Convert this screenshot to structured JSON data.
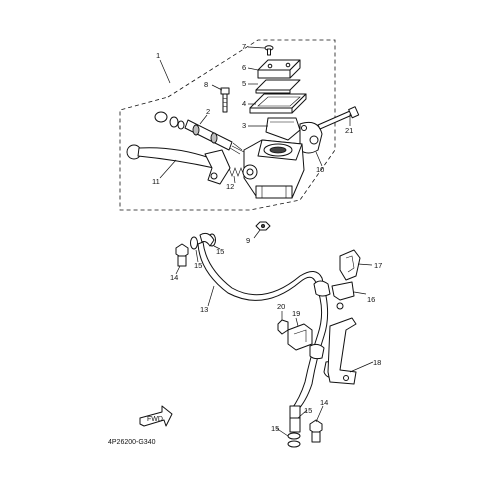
{
  "diagram": {
    "code": "4P26200-G340",
    "fwd_label": "FWD",
    "callouts": {
      "c1": "1",
      "c2": "2",
      "c3": "3",
      "c4": "4",
      "c5": "5",
      "c6": "6",
      "c7": "7",
      "c8": "8",
      "c9": "9",
      "c10": "10",
      "c11": "11",
      "c12": "12",
      "c13": "13",
      "c14a": "14",
      "c14b": "14",
      "c15a": "15",
      "c15b": "15",
      "c15c": "15",
      "c15d": "15",
      "c16": "16",
      "c17": "17",
      "c18": "18",
      "c19": "19",
      "c20": "20",
      "c21": "21"
    }
  }
}
